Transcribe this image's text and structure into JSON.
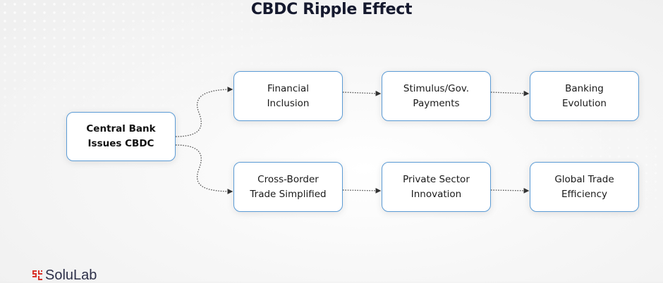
{
  "title": "CBDC Ripple Effect",
  "colors": {
    "title": "#15192e",
    "box_border": "#5b9bd5",
    "box_fill": "#ffffff",
    "connector": "#444444",
    "logo_red": "#d9342b"
  },
  "nodes": {
    "root": {
      "label": "Central Bank\nIssues CBDC"
    },
    "top": [
      {
        "label": "Financial\nInclusion"
      },
      {
        "label": "Stimulus/Gov.\nPayments"
      },
      {
        "label": "Banking\nEvolution"
      }
    ],
    "bottom": [
      {
        "label": "Cross-Border\nTrade Simplified"
      },
      {
        "label": "Private Sector\nInnovation"
      },
      {
        "label": "Global Trade\nEfficiency"
      }
    ]
  },
  "edges": [
    {
      "from": "Central Bank Issues CBDC",
      "to": "Financial Inclusion",
      "style": "dotted-arrow"
    },
    {
      "from": "Central Bank Issues CBDC",
      "to": "Cross-Border Trade Simplified",
      "style": "dotted-arrow"
    },
    {
      "from": "Financial Inclusion",
      "to": "Stimulus/Gov. Payments",
      "style": "dotted-arrow"
    },
    {
      "from": "Stimulus/Gov. Payments",
      "to": "Banking Evolution",
      "style": "dotted-arrow"
    },
    {
      "from": "Cross-Border Trade Simplified",
      "to": "Private Sector Innovation",
      "style": "dotted-arrow"
    },
    {
      "from": "Private Sector Innovation",
      "to": "Global Trade Efficiency",
      "style": "dotted-arrow"
    }
  ],
  "logo": {
    "icon": "solulab-logo-icon",
    "text": "SoluLab"
  }
}
